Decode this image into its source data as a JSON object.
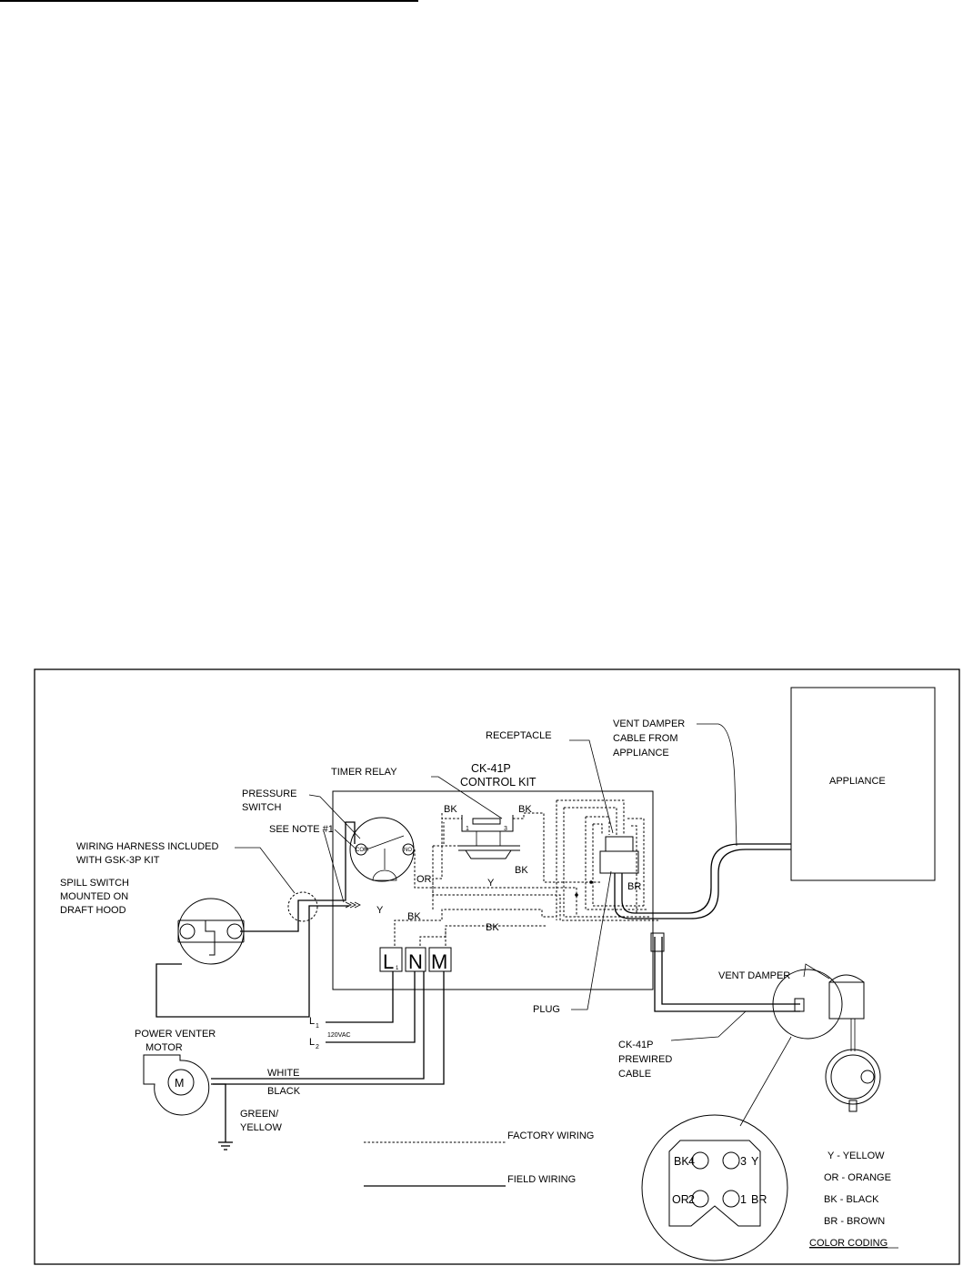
{
  "labels": {
    "timer_relay": "TIMER RELAY",
    "ck41p_line1": "CK-41P",
    "ck41p_line2": "CONTROL KIT",
    "receptacle": "RECEPTACLE",
    "vent_damper_cable_1": "VENT DAMPER",
    "vent_damper_cable_2": "CABLE FROM",
    "vent_damper_cable_3": "APPLIANCE",
    "appliance": "APPLIANCE",
    "pressure_switch_1": "PRESSURE",
    "pressure_switch_2": "SWITCH",
    "see_note": "SEE NOTE #1",
    "harness_1": "WIRING HARNESS INCLUDED",
    "harness_2": "WITH GSK-3P KIT",
    "spill_1": "SPILL SWITCH",
    "spill_2": "MOUNTED ON",
    "spill_3": "DRAFT HOOD",
    "vent_damper": "VENT DAMPER",
    "plug": "PLUG",
    "prewired_1": "CK-41P",
    "prewired_2": "PREWIRED",
    "prewired_3": "CABLE",
    "power_venter_1": "POWER VENTER",
    "power_venter_2": "MOTOR",
    "motor_symbol": "M",
    "white": "WHITE",
    "black": "BLACK",
    "green_1": "GREEN/",
    "green_2": "YELLOW",
    "l1": "L",
    "l1_sub": "1",
    "l2": "L",
    "l2_sub": "2",
    "vac": "120VAC",
    "factory_wiring": "FACTORY WIRING",
    "field_wiring": "FIELD WIRING",
    "com": "COM",
    "no": "NO"
  },
  "wire_tags": {
    "bk_left": "BK",
    "bk_right": "BK",
    "bk_mid": "BK",
    "bk_low": "BK",
    "bk_low2": "BK",
    "or": "OR",
    "y_mid": "Y",
    "y_left": "Y",
    "br": "BR",
    "relay_1": "1",
    "relay_3": "3"
  },
  "terminals": {
    "l": "L",
    "l_sub": "1",
    "n": "N",
    "m": "M"
  },
  "connector": {
    "pin_4": "4",
    "pin_3": "3",
    "pin_2": "2",
    "pin_1": "1",
    "bk": "BK",
    "y": "Y",
    "or": "OR",
    "br": "BR"
  },
  "color_coding": {
    "items": [
      "Y - YELLOW",
      "OR - ORANGE",
      "BK - BLACK",
      "BR - BROWN"
    ],
    "title": "COLOR CODING"
  }
}
